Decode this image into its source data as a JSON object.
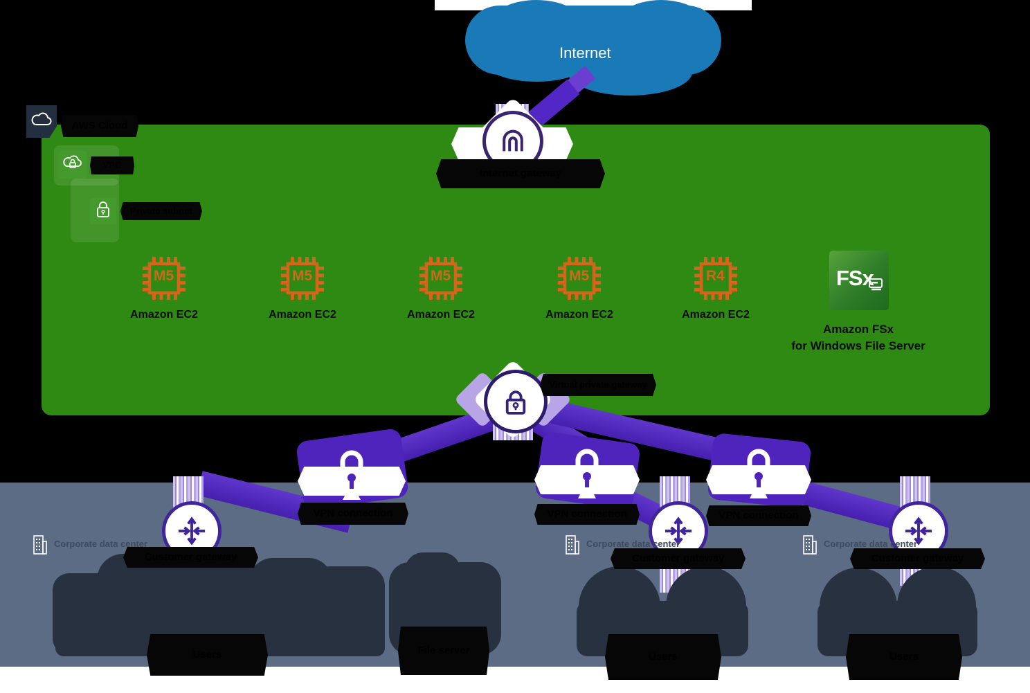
{
  "diagram": {
    "internet_label": "Internet",
    "aws_cloud_label": "AWS Cloud",
    "vpc_label": "VPC",
    "subnet_label": "Private subnet",
    "internet_gateway_label": "Internet gateway",
    "virtual_private_gateway_label": "Virtual private gateway",
    "instances": [
      {
        "chip": "M5",
        "label": "Amazon EC2"
      },
      {
        "chip": "M5",
        "label": "Amazon EC2"
      },
      {
        "chip": "M5",
        "label": "Amazon EC2"
      },
      {
        "chip": "M5",
        "label": "Amazon EC2"
      },
      {
        "chip": "R4",
        "label": "Amazon EC2"
      }
    ],
    "fsx": {
      "icon_text": "FSx",
      "label_line1": "Amazon FSx",
      "label_line2": "for Windows File Server"
    },
    "vpn_connections": [
      {
        "label": "VPN connection"
      },
      {
        "label": "VPN connection"
      },
      {
        "label": "VPN connection"
      }
    ],
    "customer_gateways": [
      {
        "label": "Customer gateway"
      },
      {
        "label": "Customer gateway"
      },
      {
        "label": "Customer gateway"
      }
    ],
    "sites": [
      {
        "name": "Corporate data center",
        "caption": "Users",
        "caption2": "File server"
      },
      {
        "name": "Corporate data center",
        "caption": "Users"
      },
      {
        "name": "Corporate data center",
        "caption": "Users"
      }
    ],
    "colors": {
      "vpc_green": "#2e8a12",
      "on_premises_slate": "#5c6c85",
      "aws_dark_navy": "#232f3e",
      "internet_blue": "#1a7ab8",
      "vpn_purple": "#4f24bd",
      "icon_purple": "#3b2570",
      "ec2_orange": "#d5641c",
      "site_icon_navy": "#28313f",
      "fsx_green_light": "#57a33c",
      "fsx_green_dark": "#1d6b1e"
    }
  }
}
